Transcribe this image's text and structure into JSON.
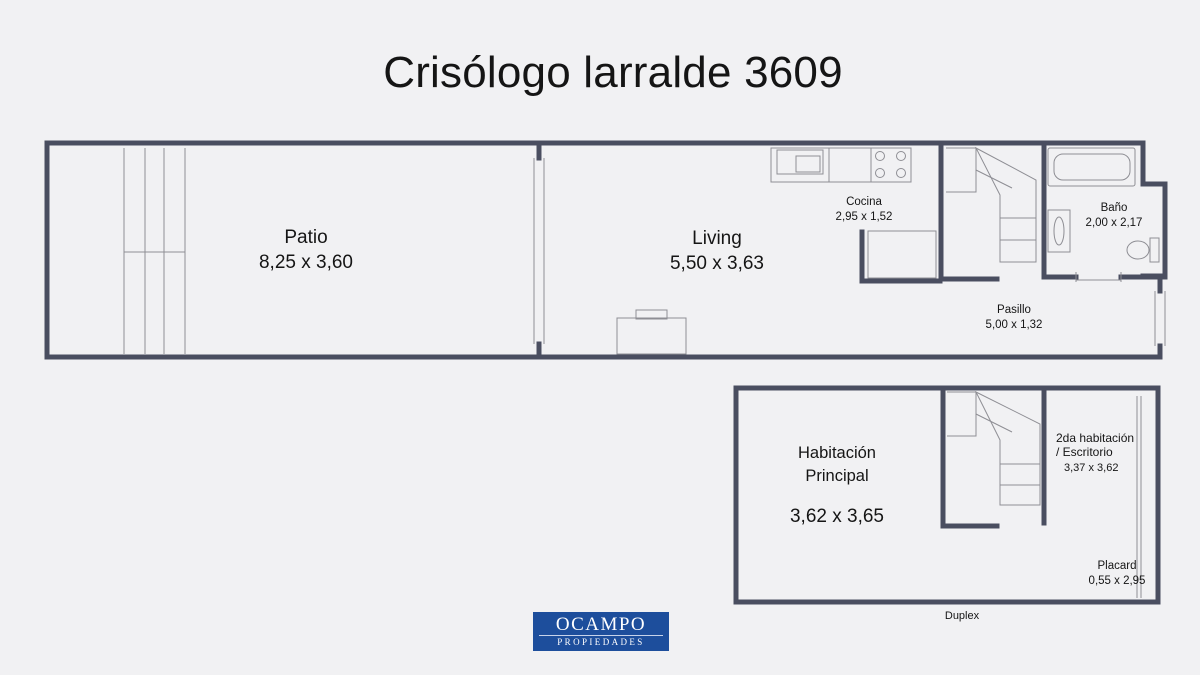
{
  "title": "Crisólogo larralde 3609",
  "rooms": {
    "patio": {
      "name": "Patio",
      "dims": "8,25 x 3,60"
    },
    "living": {
      "name": "Living",
      "dims": "5,50 x 3,63"
    },
    "cocina": {
      "name": "Cocina",
      "dims": "2,95 x 1,52"
    },
    "bano": {
      "name": "Baño",
      "dims": "2,00 x 2,17"
    },
    "pasillo": {
      "name": "Pasillo",
      "dims": "5,00 x 1,32"
    },
    "habitacion": {
      "name_line1": "Habitación",
      "name_line2": "Principal",
      "dims": "3,62 x 3,65"
    },
    "segunda": {
      "name_line1": "2da habitación",
      "name_line2": "/ Escritorio",
      "dims": "3,37 x 3,62"
    },
    "placard": {
      "name": "Placard",
      "dims": "0,55 x 2,95"
    }
  },
  "duplex_label": "Duplex",
  "logo": {
    "line1": "OCAMPO",
    "line2": "PROPIEDADES"
  },
  "colors": {
    "wall": "#4a4e60",
    "fixture": "#8e8e94",
    "background": "#f1f1f3",
    "logo_bg": "#1d4e9c"
  }
}
